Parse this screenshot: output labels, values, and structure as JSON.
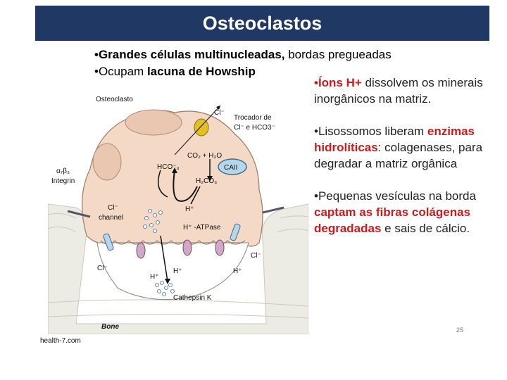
{
  "slide": {
    "title": "Osteoclastos",
    "bullets_top": [
      {
        "bold": "•Grandes células multinucleadas,",
        "normal": " bordas pregueadas"
      },
      {
        "normal": "•Ocupam ",
        "bold": "lacuna de Howship"
      }
    ],
    "right_bullets": [
      {
        "parts": [
          {
            "text": "•Íons H+",
            "red": true
          },
          {
            "text": " dissolvem os minerais inorgânicos na matriz.",
            "red": false
          }
        ]
      },
      {
        "parts": [
          {
            "text": "•Lisossomos liberam ",
            "red": false
          },
          {
            "text": "enzimas hidrolíticas",
            "red": true
          },
          {
            "text": ": colagenases, para degradar a matriz orgânica",
            "red": false
          }
        ]
      },
      {
        "parts": [
          {
            "text": "•Pequenas vesículas na borda ",
            "red": false
          },
          {
            "text": "captam as fibras colágenas degradadas",
            "red": true
          },
          {
            "text": " e sais de cálcio.",
            "red": false
          }
        ]
      }
    ],
    "page_number": "25",
    "credit": "health-7.com"
  },
  "diagram": {
    "osteoclasto": "Osteoclasto",
    "cl_top": "Cl⁻",
    "trocador_line1": "Trocador de",
    "trocador_line2": "Cl⁻ e HCO3⁻",
    "co2_h2o": "CO₂ + H₂O",
    "caii": "CAII",
    "hco3": "HCO⁻₃",
    "h2co3": "H₂CO₃",
    "integrin_line1": "α₇β₃",
    "integrin_line2": "Integrin",
    "h_plus_mid": "H⁺",
    "cl_channel_line1": "Cl⁻",
    "cl_channel_line2": "channel",
    "h_atpase": "H⁺ -ATPase",
    "cl_left": "Cl⁻",
    "h_plus_a": "H⁺",
    "h_plus_b": "H⁺",
    "h_plus_bottom": "H⁺",
    "cl_right": "Cl⁻",
    "cathepsin": "Cathepsin K",
    "bone": "Bone"
  },
  "colors": {
    "title_bar": "#1f3864",
    "highlight_red": "#cc1a1a",
    "cell_fill": "#f3d9c6",
    "nucleus_fill": "#e9c7b1",
    "exchanger": "#e2c020",
    "caii_fill": "#b8d6ea",
    "bone_fill": "#e8e8e0"
  }
}
